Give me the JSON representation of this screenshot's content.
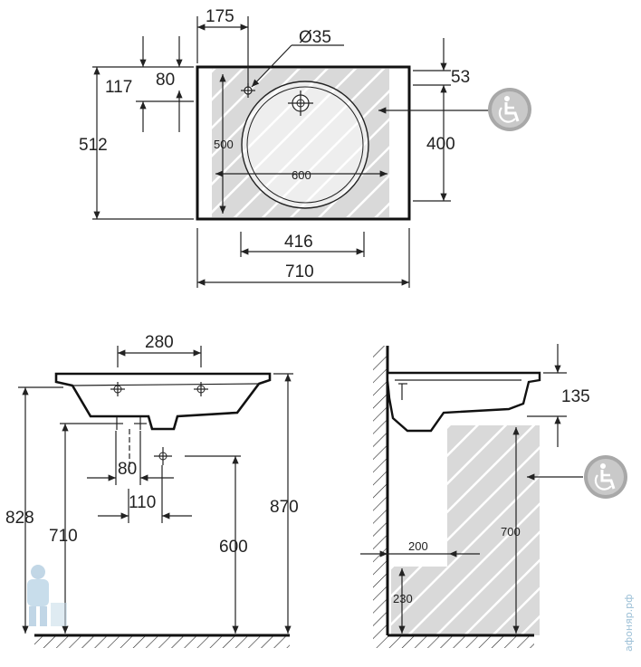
{
  "top_view": {
    "dim_175": "175",
    "dim_d35": "Ø35",
    "dim_117": "117",
    "dim_80": "80",
    "dim_53": "53",
    "dim_512": "512",
    "dim_500": "500",
    "dim_400": "400",
    "dim_600": "600",
    "dim_416": "416",
    "dim_710": "710"
  },
  "front_view": {
    "dim_280": "280",
    "dim_828": "828",
    "dim_710": "710",
    "dim_80": "80",
    "dim_110": "110",
    "dim_600": "600",
    "dim_870": "870"
  },
  "side_view": {
    "dim_135": "135",
    "dim_700": "700",
    "dim_200": "200",
    "dim_230": "230"
  },
  "icons": {
    "accessibility": "wheelchair-icon"
  },
  "watermark": {
    "text": "афоняр.рф"
  }
}
